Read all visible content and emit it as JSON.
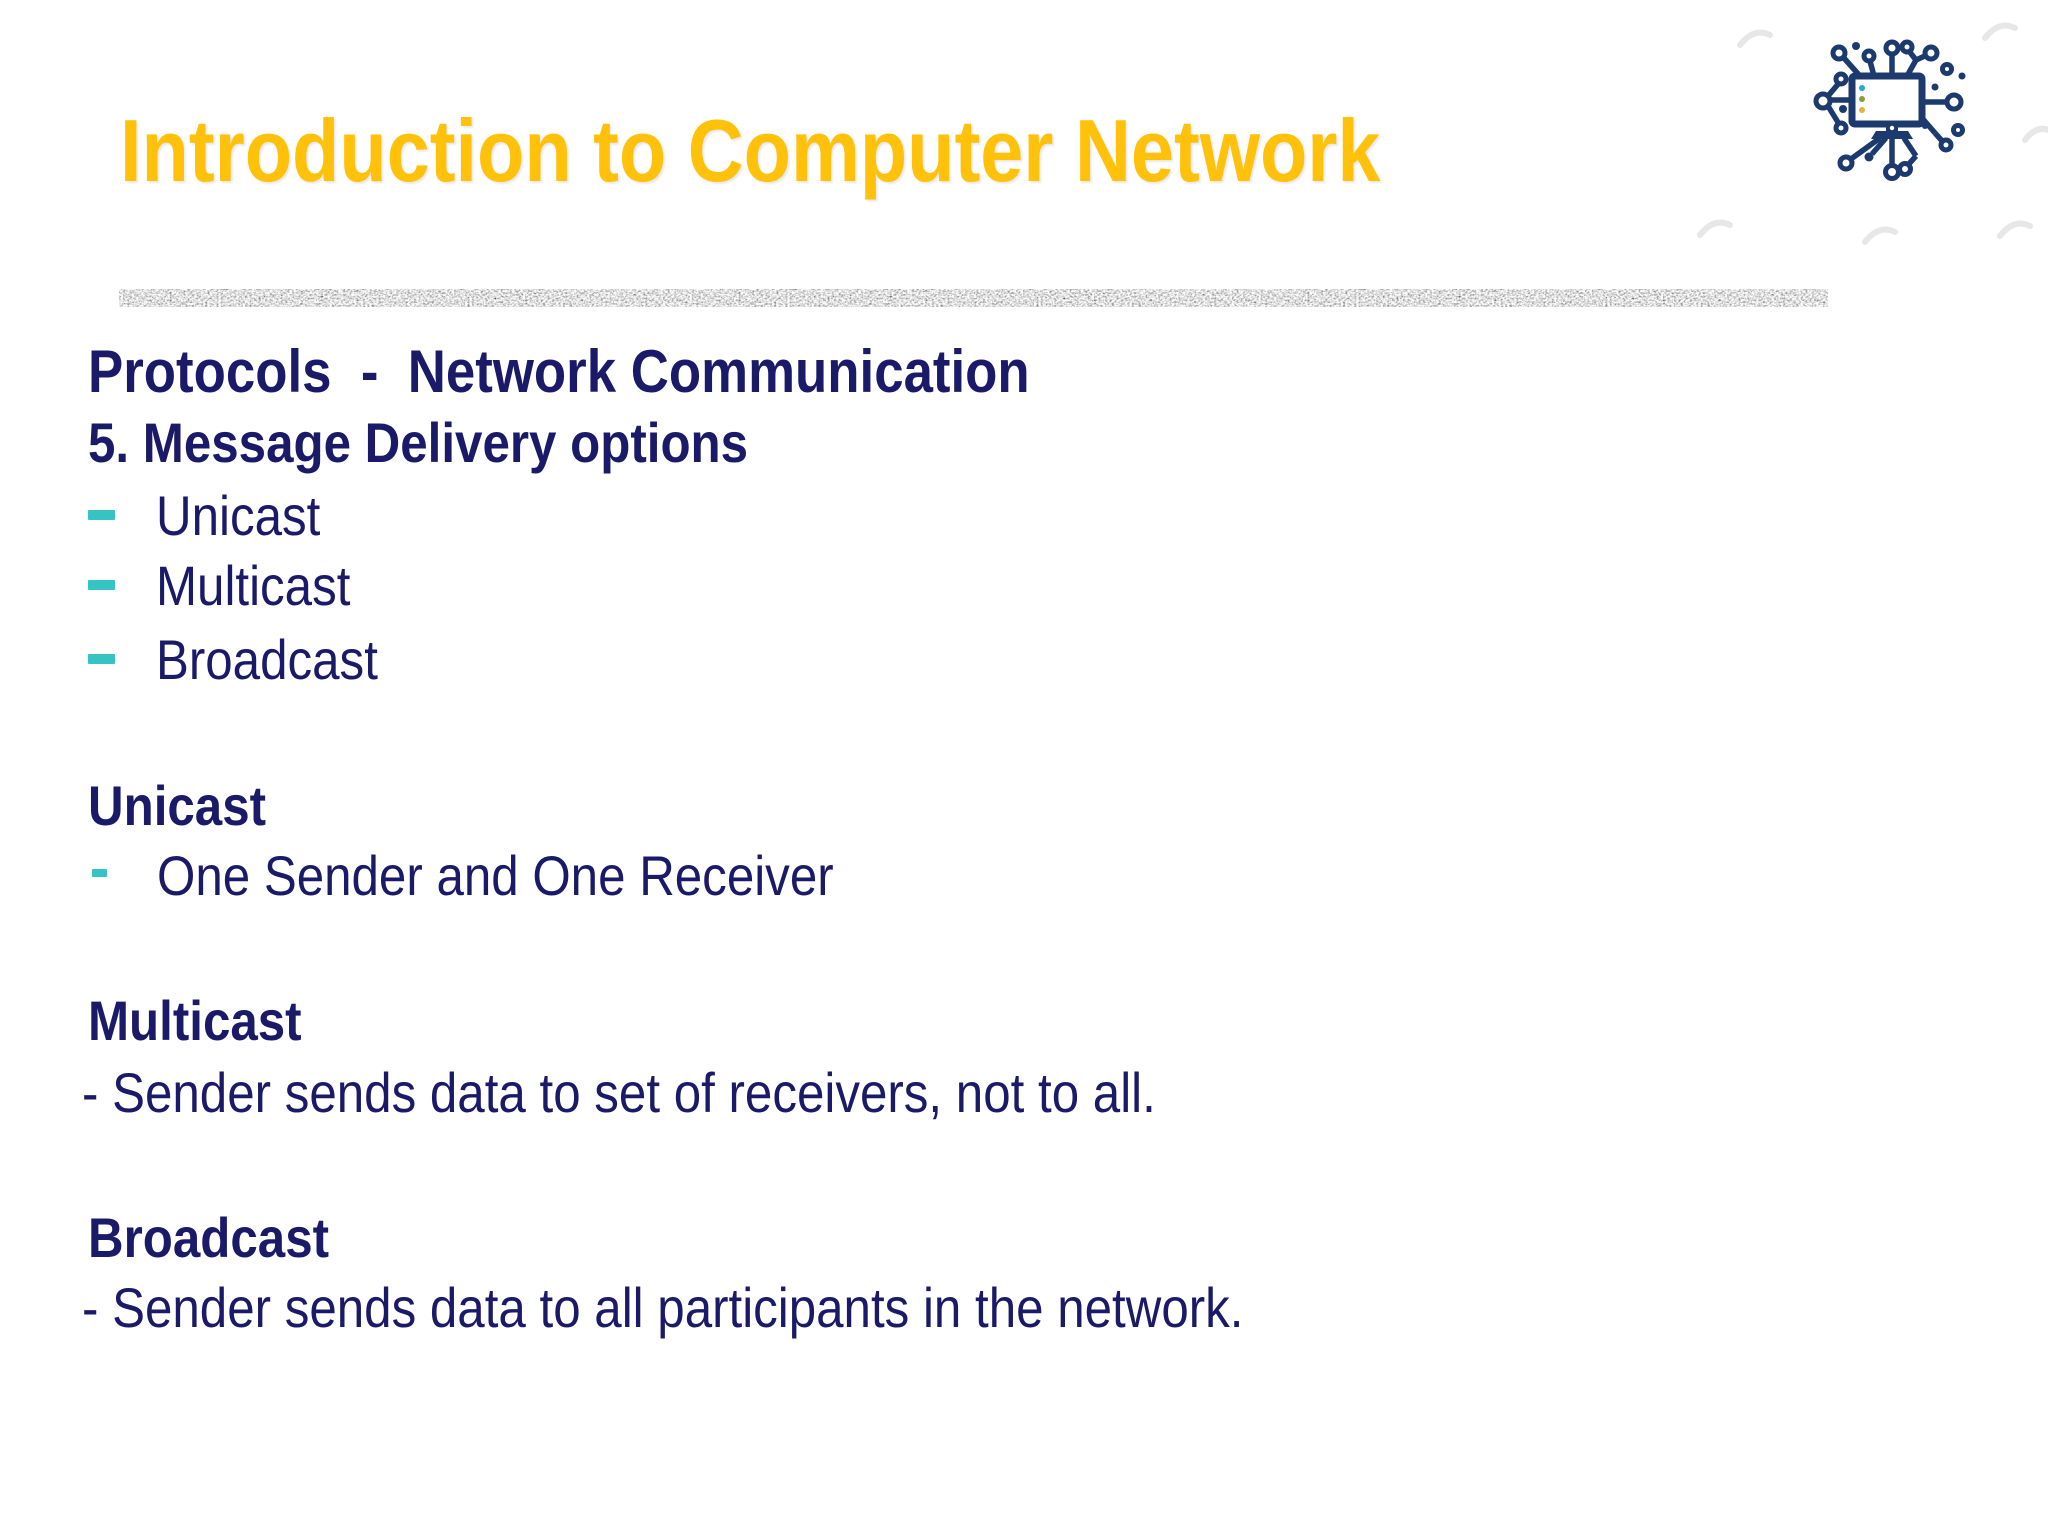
{
  "slide": {
    "title": "Introduction to Computer Network",
    "section_heading": "Protocols  -  Network Communication",
    "subsection_heading": "5. Message Delivery options",
    "delivery_options": [
      {
        "label": "Unicast"
      },
      {
        "label": "Multicast"
      },
      {
        "label": "Broadcast"
      }
    ],
    "unicast": {
      "heading": "Unicast",
      "bullet": "One Sender and One Receiver"
    },
    "multicast": {
      "heading": "Multicast",
      "body": "- Sender sends data to set of receivers, not to all."
    },
    "broadcast": {
      "heading": "Broadcast",
      "body": "- Sender sends data to all participants in the network."
    }
  },
  "icon": {
    "name": "computer-network-icon",
    "dot_colors": [
      "#2AA7D4",
      "#7FA33B",
      "#E3B33D"
    ]
  },
  "colors": {
    "title_gold": "#FFC10A",
    "body_navy": "#1A1A68",
    "bullet_teal": "#35C4C4",
    "icon_navy": "#1C3A6E",
    "divider_gray": "#9a9a9a"
  }
}
